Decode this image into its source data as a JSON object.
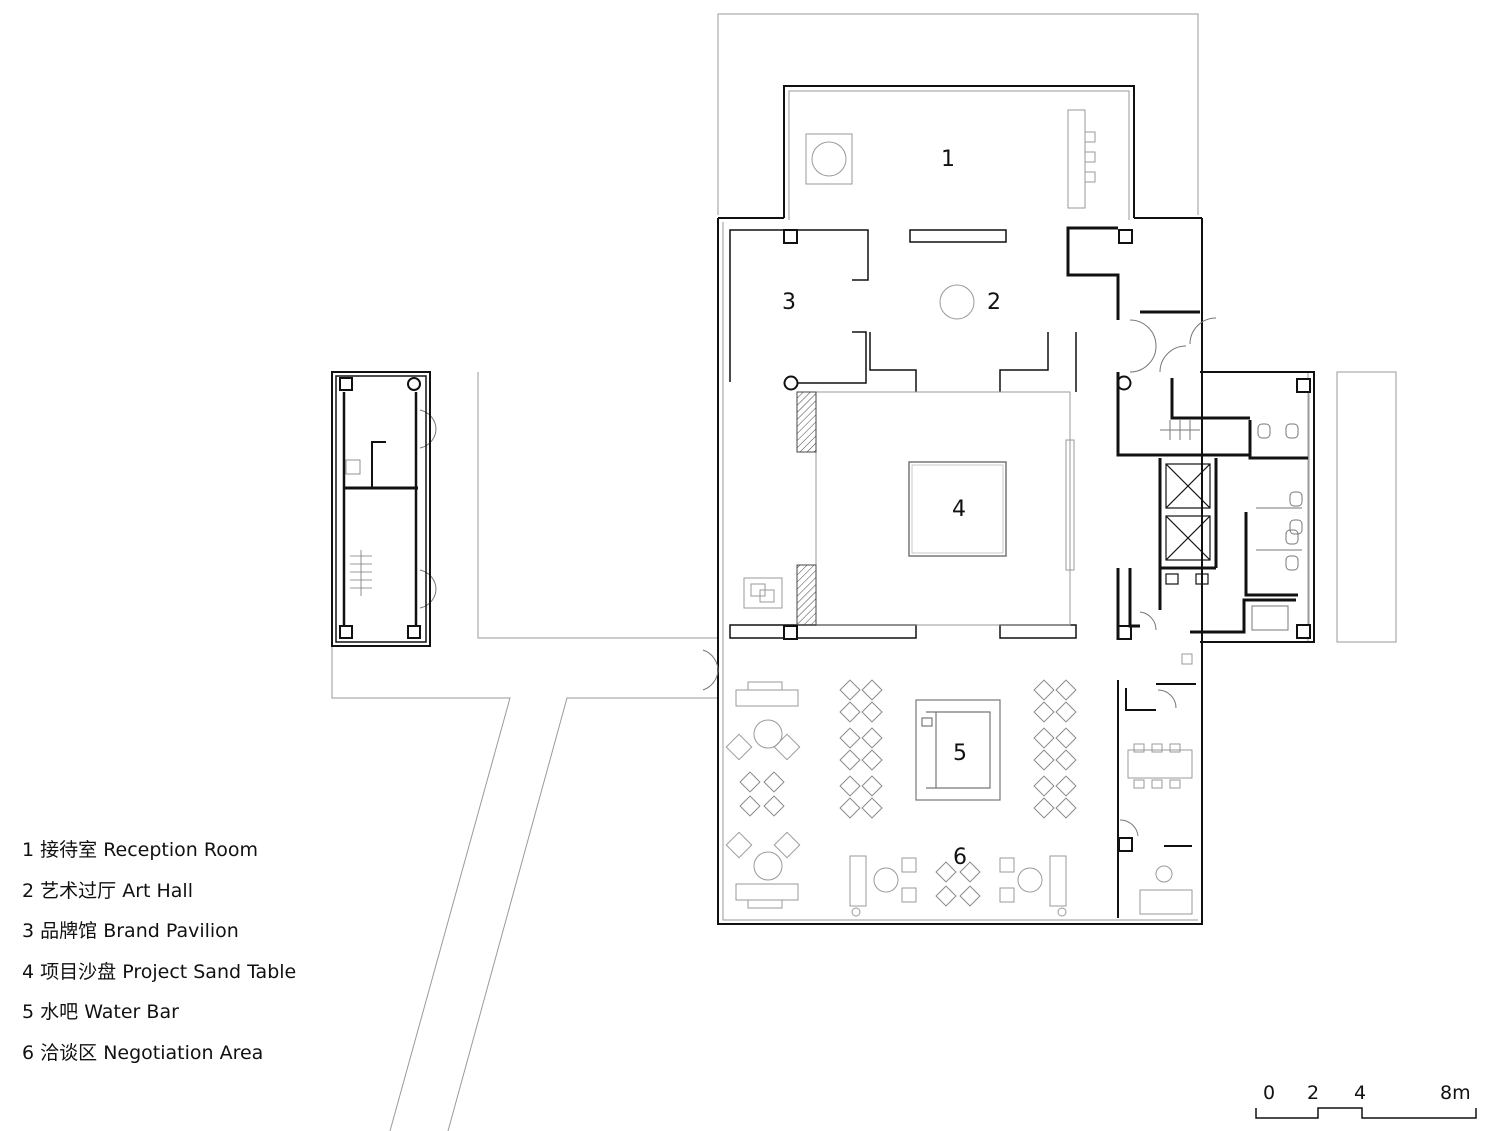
{
  "legend": [
    {
      "num": "1",
      "cn": "接待室",
      "en": "Reception Room"
    },
    {
      "num": "2",
      "cn": "艺术过厅",
      "en": "Art Hall"
    },
    {
      "num": "3",
      "cn": "品牌馆",
      "en": "Brand Pavilion"
    },
    {
      "num": "4",
      "cn": "项目沙盘",
      "en": "Project Sand Table"
    },
    {
      "num": "5",
      "cn": "水吧",
      "en": "Water Bar"
    },
    {
      "num": "6",
      "cn": "洽谈区",
      "en": "Negotiation Area"
    }
  ],
  "room_labels": [
    "1",
    "2",
    "3",
    "4",
    "5",
    "6"
  ],
  "scale_bar": {
    "labels": [
      "0",
      "2",
      "4",
      "8m"
    ]
  },
  "colors": {
    "line": "#111111",
    "light_line": "#9a9a9a"
  }
}
